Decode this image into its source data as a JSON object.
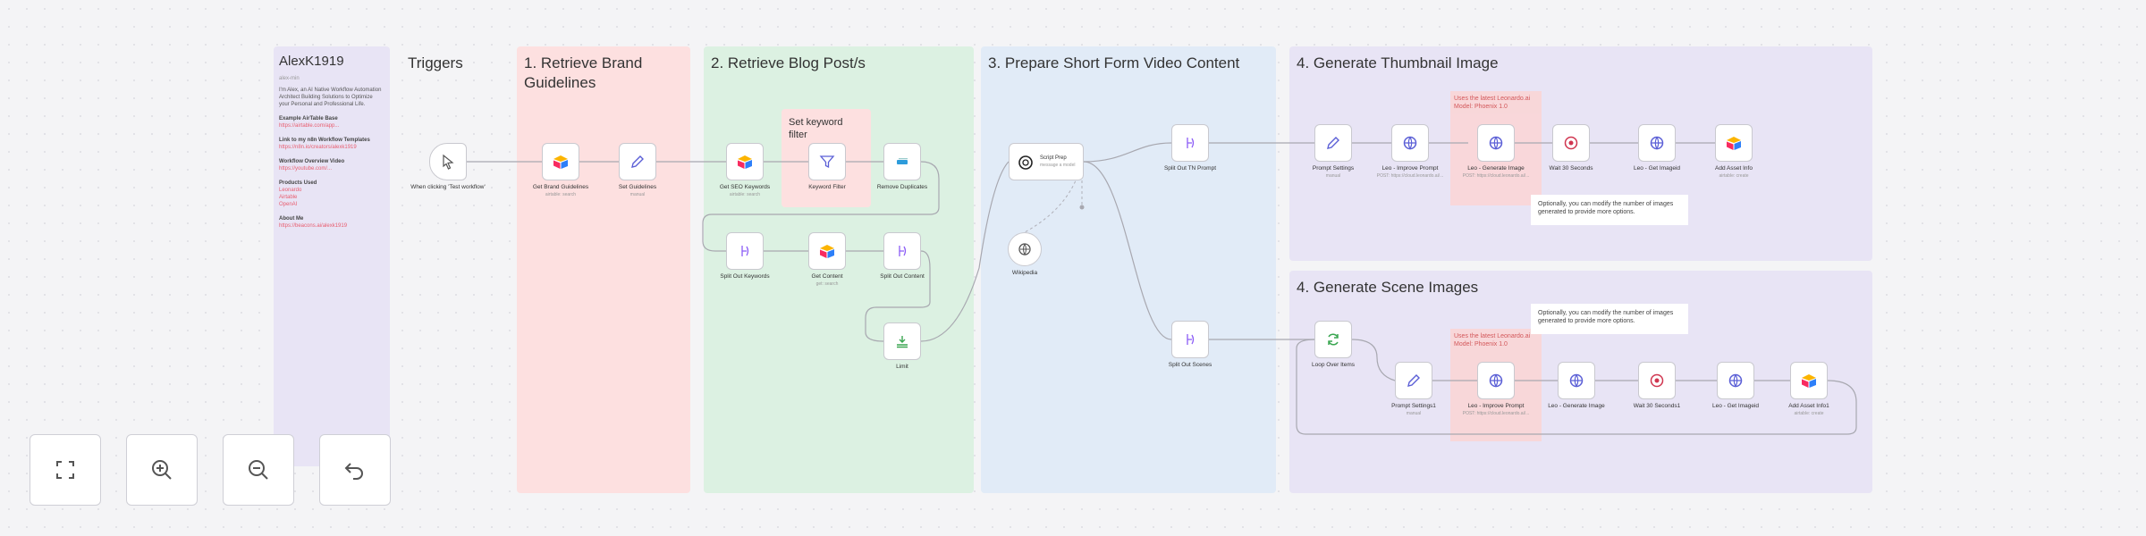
{
  "author": {
    "name": "AlexK1919",
    "img_alt": "alex-min",
    "bio": "I'm Alex, an AI Native Workflow Automation Architect Building Solutions to Optimize your Personal and Professional Life.",
    "sections": [
      {
        "title": "Example AirTable Base",
        "links": [
          "https://airtable.com/app..."
        ]
      },
      {
        "title": "Link to my n8n Workflow Templates",
        "links": [
          "https://n8n.io/creators/alexk1919"
        ]
      },
      {
        "title": "Workflow Overview Video",
        "links": [
          "https://youtube.com/..."
        ]
      },
      {
        "title": "Products Used",
        "links": [
          "Leonardo",
          "Airtable",
          "OpenAI"
        ]
      },
      {
        "title": "About Me",
        "links": [
          "https://beacons.ai/alexk1919"
        ]
      }
    ]
  },
  "sections": {
    "triggers": "Triggers",
    "brand": "1. Retrieve Brand Guidelines",
    "blog": "2. Retrieve Blog Post/s",
    "video": "3. Prepare Short Form Video Content",
    "thumb": "4. Generate Thumbnail Image",
    "scene": "4. Generate Scene Images"
  },
  "sticky": {
    "keyword_filter": "Set keyword filter",
    "thumb_note": "Optionally, you can modify the number of images generated to provide more options.",
    "scene_note": "Optionally, you can modify the number of images generated to provide more options.",
    "model_note": "Uses the latest Leonardo.ai Model: Phoenix 1.0"
  },
  "nodes": {
    "trigger": {
      "label": "When clicking 'Test workflow'"
    },
    "get_brand": {
      "label": "Get Brand Guidelines",
      "sub": "airtable: search"
    },
    "set_guidelines": {
      "label": "Set Guidelines",
      "sub": "manual"
    },
    "get_seo": {
      "label": "Get SEO Keywords",
      "sub": "airtable: search"
    },
    "keyword_filter": {
      "label": "Keyword Filter"
    },
    "remove_dup": {
      "label": "Remove Duplicates"
    },
    "split_keywords": {
      "label": "Split Out Keywords"
    },
    "get_content": {
      "label": "Get Content",
      "sub": "get: search"
    },
    "split_content": {
      "label": "Split Out Content"
    },
    "limit": {
      "label": "Limit"
    },
    "script_prep": {
      "label": "Script Prep",
      "sub": "message a model"
    },
    "wikipedia": {
      "label": "Wikipedia"
    },
    "split_tn": {
      "label": "Split Out TN Prompt"
    },
    "split_scenes": {
      "label": "Split Out Scenes"
    },
    "prompt_settings": {
      "label": "Prompt Settings",
      "sub": "manual"
    },
    "improve_prompt": {
      "label": "Leo - Improve Prompt",
      "sub": "POST: https://cloud.leonardo.ai/..."
    },
    "generate_image": {
      "label": "Leo - Generate Image",
      "sub": "POST: https://cloud.leonardo.ai/..."
    },
    "wait": {
      "label": "Wait 30 Seconds"
    },
    "get_image": {
      "label": "Leo - Get Imageid"
    },
    "add_asset": {
      "label": "Add Asset Info",
      "sub": "airtable: create"
    },
    "loop": {
      "label": "Loop Over Items"
    },
    "prompt_settings1": {
      "label": "Prompt Settings1",
      "sub": "manual"
    },
    "improve_prompt1": {
      "label": "Leo - Improve Prompt",
      "sub": "POST: https://cloud.leonardo.ai/..."
    },
    "generate_image1": {
      "label": "Leo - Generate Image"
    },
    "wait1": {
      "label": "Wait 30 Seconds1"
    },
    "get_image1": {
      "label": "Leo - Get Imageid"
    },
    "add_asset1": {
      "label": "Add Asset Info1",
      "sub": "airtable: create"
    }
  },
  "controls": {
    "fit": "fit-view-icon",
    "zoom_in": "zoom-in-icon",
    "zoom_out": "zoom-out-icon",
    "reset": "undo-icon"
  },
  "colors": {
    "accent": "#e85d6f",
    "node_border": "#c9c9cf",
    "airtable_blue": "#2d7ff9",
    "airtable_yellow": "#fcb400",
    "airtable_red": "#f82b60",
    "http_blue": "#5b5fd6",
    "split_purple": "#8b5cf6",
    "wait_red": "#d0354f",
    "loop_green": "#3aa651"
  }
}
